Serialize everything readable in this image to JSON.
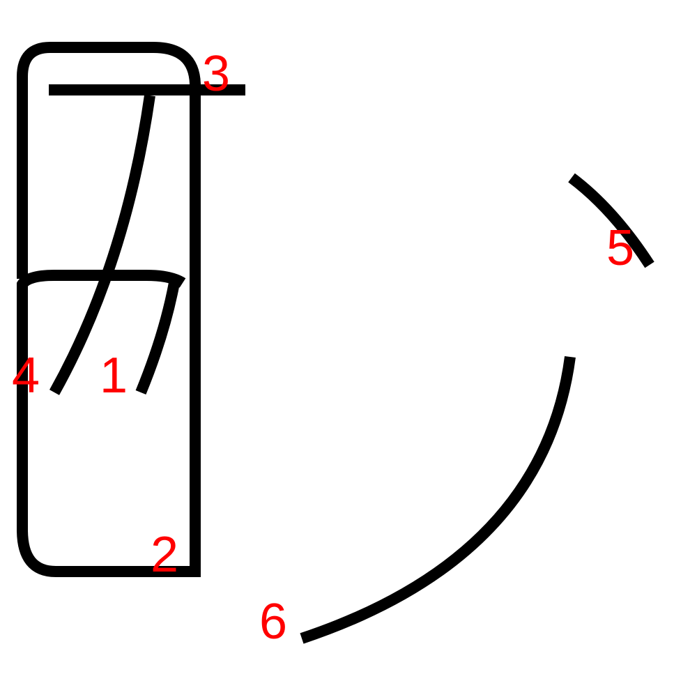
{
  "colors": {
    "stroke": "#000000",
    "label": "#ff0000",
    "background": "#ffffff"
  },
  "strokes": [
    {
      "label": "1"
    },
    {
      "label": "2"
    },
    {
      "label": "3"
    },
    {
      "label": "4"
    },
    {
      "label": "5"
    },
    {
      "label": "6"
    }
  ]
}
